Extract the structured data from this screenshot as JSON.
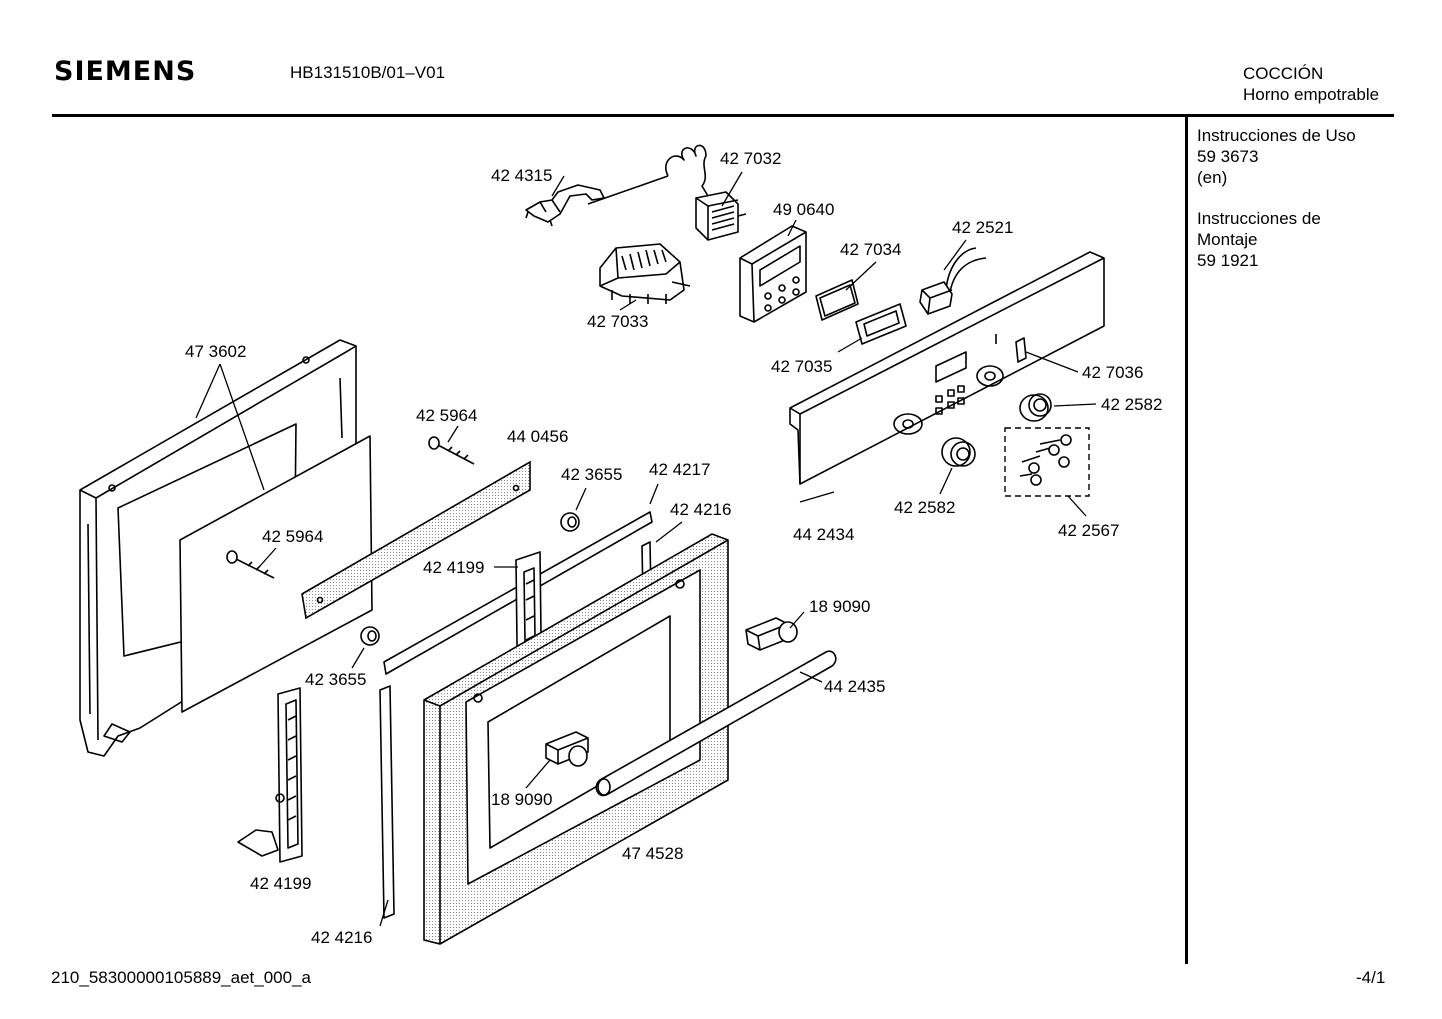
{
  "header": {
    "brand": "SIEMENS",
    "model": "HB131510B/01–V01",
    "category_line1": "COCCIÓN",
    "category_line2": "Horno empotrable"
  },
  "side_docs": {
    "usage_title": "Instrucciones de Uso",
    "usage_code": "59 3673",
    "usage_lang": "(en)",
    "mount_title_1": "Instrucciones de",
    "mount_title_2": "Montaje",
    "mount_code": "59 1921"
  },
  "parts": {
    "p424315": "42 4315",
    "p427032": "42 7032",
    "p490640": "49 0640",
    "p427034": "42 7034",
    "p422521": "42 2521",
    "p427033": "42 7033",
    "p427035": "42 7035",
    "p427036": "42 7036",
    "p422582_right": "42 2582",
    "p473602": "47 3602",
    "p425964_top": "42 5964",
    "p440456": "44 0456",
    "p423655_top": "42 3655",
    "p424217": "42 4217",
    "p424216_top": "42 4216",
    "p425964_left": "42 5964",
    "p424199_mid": "42 4199",
    "p442434": "44 2434",
    "p422582_mid": "42 2582",
    "p422567": "42 2567",
    "p189090_right": "18 9090",
    "p423655_left": "42 3655",
    "p442435": "44 2435",
    "p189090_mid": "18 9090",
    "p474528": "47 4528",
    "p424199_bottom": "42 4199",
    "p424216_bottom": "42 4216"
  },
  "footer": {
    "drawing_id": "210_58300000105889_aet_000_a",
    "page": "-4/1"
  }
}
